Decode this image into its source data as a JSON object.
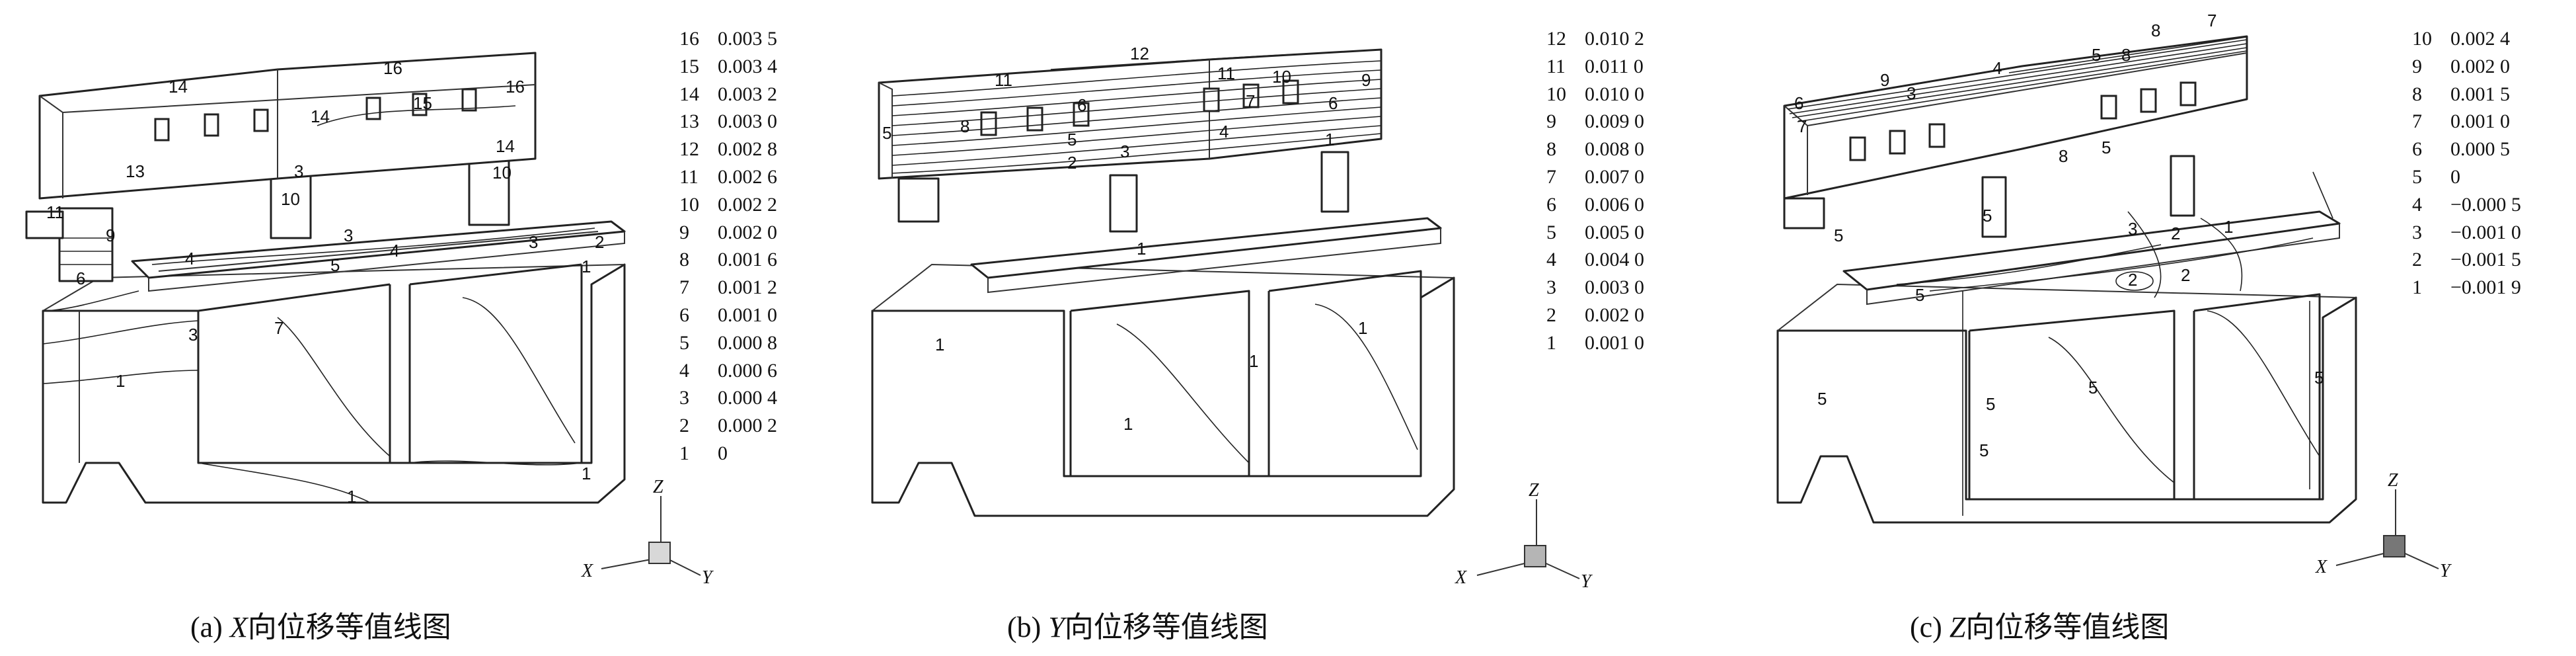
{
  "panels": [
    {
      "id": "a",
      "caption_prefix": "(a) ",
      "caption_axis": "X",
      "caption_text": "向位移等值线图",
      "legend": [
        {
          "id": "16",
          "value": "0.003 5"
        },
        {
          "id": "15",
          "value": "0.003 4"
        },
        {
          "id": "14",
          "value": "0.003 2"
        },
        {
          "id": "13",
          "value": "0.003 0"
        },
        {
          "id": "12",
          "value": "0.002 8"
        },
        {
          "id": "11",
          "value": "0.002 6"
        },
        {
          "id": "10",
          "value": "0.002 2"
        },
        {
          "id": "9",
          "value": "0.002 0"
        },
        {
          "id": "8",
          "value": "0.001 6"
        },
        {
          "id": "7",
          "value": "0.001 2"
        },
        {
          "id": "6",
          "value": "0.001 0"
        },
        {
          "id": "5",
          "value": "0.000 8"
        },
        {
          "id": "4",
          "value": "0.000 6"
        },
        {
          "id": "3",
          "value": "0.000 4"
        },
        {
          "id": "2",
          "value": "0.000 2"
        },
        {
          "id": "1",
          "value": "0"
        }
      ],
      "contour_labels": [
        "14",
        "16",
        "14",
        "15",
        "16",
        "13",
        "3",
        "14",
        "10",
        "11",
        "9",
        "10",
        "3",
        "4",
        "5",
        "4",
        "3",
        "2",
        "6",
        "1",
        "3",
        "7",
        "1",
        "1",
        "1"
      ],
      "axes": {
        "x": "X",
        "y": "Y",
        "z": "Z"
      }
    },
    {
      "id": "b",
      "caption_prefix": "(b) ",
      "caption_axis": "Y",
      "caption_text": "向位移等值线图",
      "legend": [
        {
          "id": "12",
          "value": "0.010 2"
        },
        {
          "id": "11",
          "value": "0.011 0"
        },
        {
          "id": "10",
          "value": "0.010 0"
        },
        {
          "id": "9",
          "value": "0.009 0"
        },
        {
          "id": "8",
          "value": "0.008 0"
        },
        {
          "id": "7",
          "value": "0.007 0"
        },
        {
          "id": "6",
          "value": "0.006 0"
        },
        {
          "id": "5",
          "value": "0.005 0"
        },
        {
          "id": "4",
          "value": "0.004 0"
        },
        {
          "id": "3",
          "value": "0.003 0"
        },
        {
          "id": "2",
          "value": "0.002 0"
        },
        {
          "id": "1",
          "value": "0.001 0"
        }
      ],
      "contour_labels": [
        "12",
        "11",
        "11",
        "10",
        "9",
        "7",
        "6",
        "8",
        "6",
        "5",
        "5",
        "4",
        "3",
        "2",
        "1",
        "1",
        "1",
        "1",
        "1",
        "1"
      ],
      "axes": {
        "x": "X",
        "y": "Y",
        "z": "Z"
      }
    },
    {
      "id": "c",
      "caption_prefix": "(c) ",
      "caption_axis": "Z",
      "caption_text": "向位移等值线图",
      "legend": [
        {
          "id": "10",
          "value": "0.002 4"
        },
        {
          "id": "9",
          "value": "0.002 0"
        },
        {
          "id": "8",
          "value": "0.001 5"
        },
        {
          "id": "7",
          "value": "0.001 0"
        },
        {
          "id": "6",
          "value": "0.000 5"
        },
        {
          "id": "5",
          "value": "0"
        },
        {
          "id": "4",
          "value": "−0.000 5"
        },
        {
          "id": "3",
          "value": "−0.001 0"
        },
        {
          "id": "2",
          "value": "−0.001 5"
        },
        {
          "id": "1",
          "value": "−0.001 9"
        }
      ],
      "contour_labels": [
        "8",
        "7",
        "9",
        "6",
        "7",
        "3",
        "4",
        "5",
        "8",
        "8",
        "5",
        "5",
        "3",
        "2",
        "1",
        "5",
        "2",
        "2",
        "5",
        "5",
        "5",
        "5",
        "5",
        "5"
      ],
      "axes": {
        "x": "X",
        "y": "Y",
        "z": "Z"
      }
    }
  ]
}
